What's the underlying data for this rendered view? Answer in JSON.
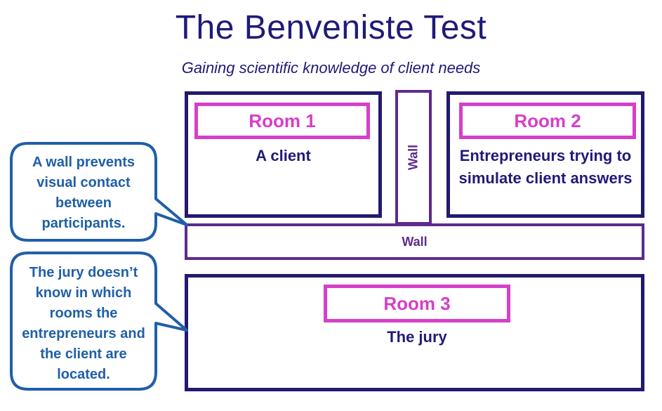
{
  "title": "The Benveniste Test",
  "subtitle": "Gaining scientific knowledge of client needs",
  "rooms": [
    {
      "label": "Room 1",
      "text": "A client"
    },
    {
      "label": "Room 2",
      "text": "Entrepreneurs trying to simulate client answers"
    },
    {
      "label": "Room 3",
      "text": "The jury"
    }
  ],
  "walls": {
    "vertical_label": "Wall",
    "horizontal_label": "Wall"
  },
  "callouts": [
    {
      "text": "A wall prevents visual contact between participants."
    },
    {
      "text": "The jury doesn’t know in which rooms the entrepreneurs and the client are located."
    }
  ],
  "colors": {
    "title": "#1f1a7a",
    "box_border": "#221a6e",
    "room_label": "#d63fc9",
    "wall": "#5e2a8c",
    "callout": "#1f5fa8"
  }
}
